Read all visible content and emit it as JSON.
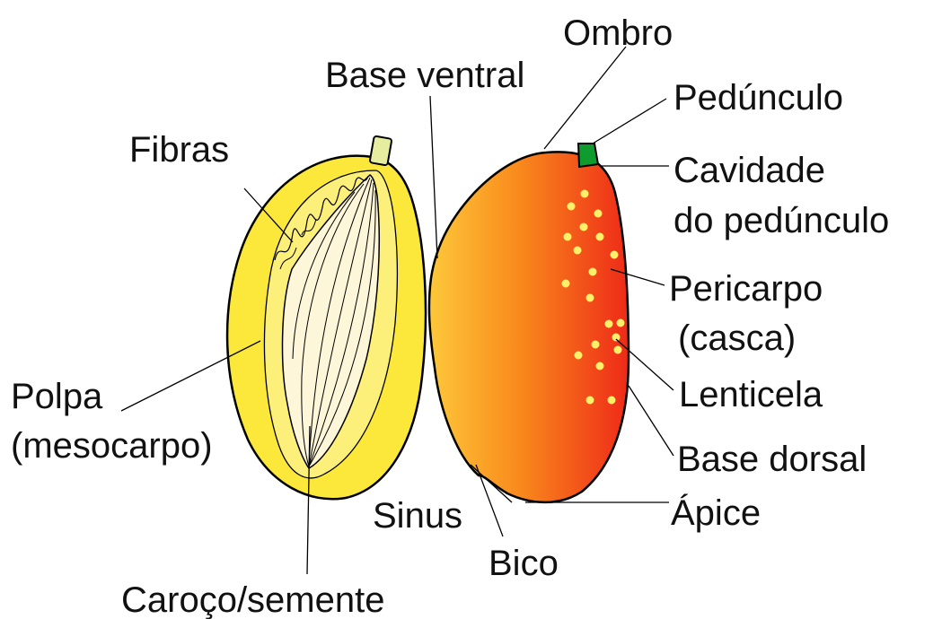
{
  "labels": {
    "ombro": "Ombro",
    "base_ventral": "Base ventral",
    "pedunculo": "Pedúnculo",
    "fibras": "Fibras",
    "cavidade_line1": "Cavidade",
    "cavidade_line2": "do pedúnculo",
    "pericarpo_line1": "Pericarpo",
    "pericarpo_line2": "(casca)",
    "lenticela": "Lenticela",
    "base_dorsal": "Base dorsal",
    "polpa_line1": "Polpa",
    "polpa_line2": "(mesocarpo)",
    "sinus": "Sinus",
    "apice": "Ápice",
    "bico": "Bico",
    "caroco": "Caroço/semente"
  },
  "colors": {
    "pulp_yellow": "#fce83a",
    "pulp_inner": "#fdf07a",
    "seed_cream": "#fdf6d8",
    "stem_left": "#e6eda0",
    "stem_right": "#0f9b2e",
    "skin_light": "#fdc83a",
    "skin_mid": "#f98a1c",
    "skin_dark": "#ee2a18",
    "lenticel": "#fff06a"
  }
}
